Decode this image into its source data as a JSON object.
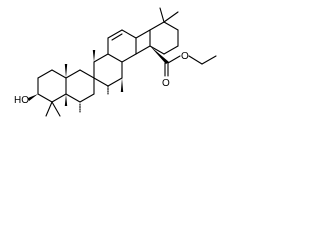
{
  "molecule": {
    "atom_labels": {
      "ester_carbonyl_oxygen": "O",
      "ester_ether_oxygen": "O",
      "hydroxyl": "HO"
    },
    "colors": {
      "bond": "#000000",
      "background": "#ffffff"
    }
  }
}
